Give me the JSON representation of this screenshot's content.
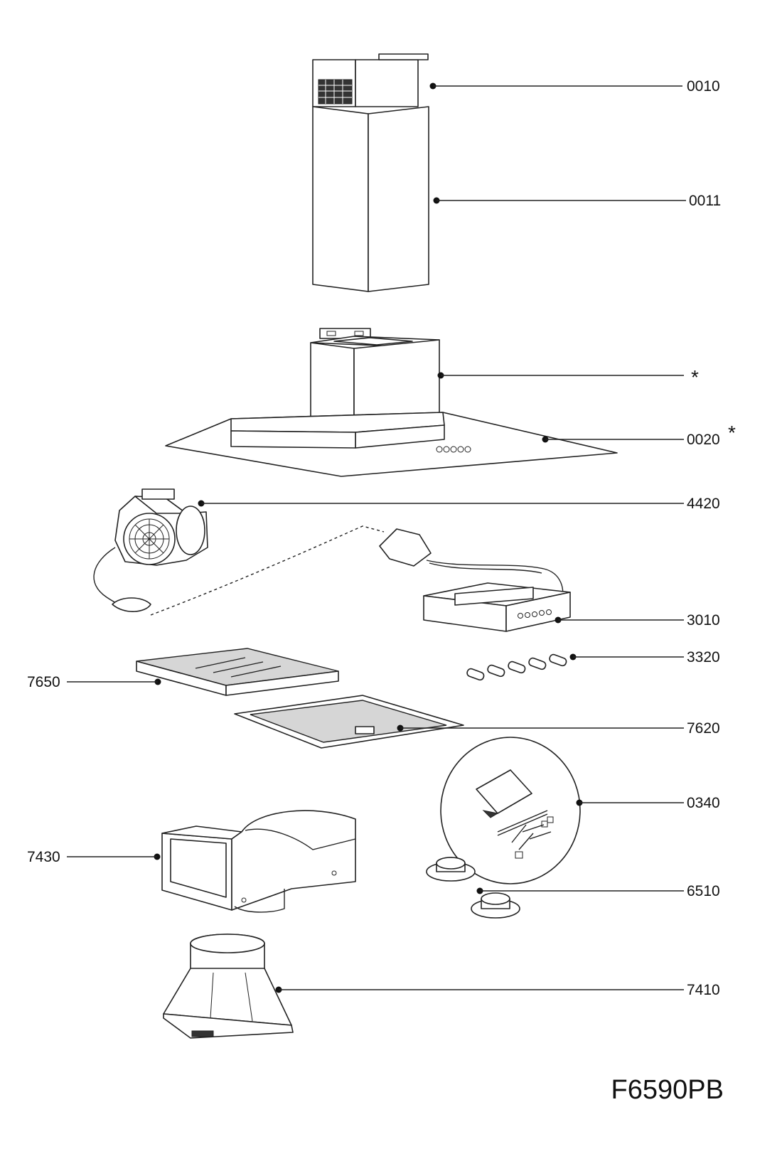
{
  "model_code": "F6590PB",
  "parts": {
    "p0010": "0010",
    "p0011": "0011",
    "motor_asterisk": "*",
    "p0020": "0020",
    "p0020_asterisk": "*",
    "p4420": "4420",
    "p3010": "3010",
    "p3320": "3320",
    "p7650": "7650",
    "p7620": "7620",
    "p0340": "0340",
    "p7430": "7430",
    "p6510": "6510",
    "p7410": "7410"
  }
}
